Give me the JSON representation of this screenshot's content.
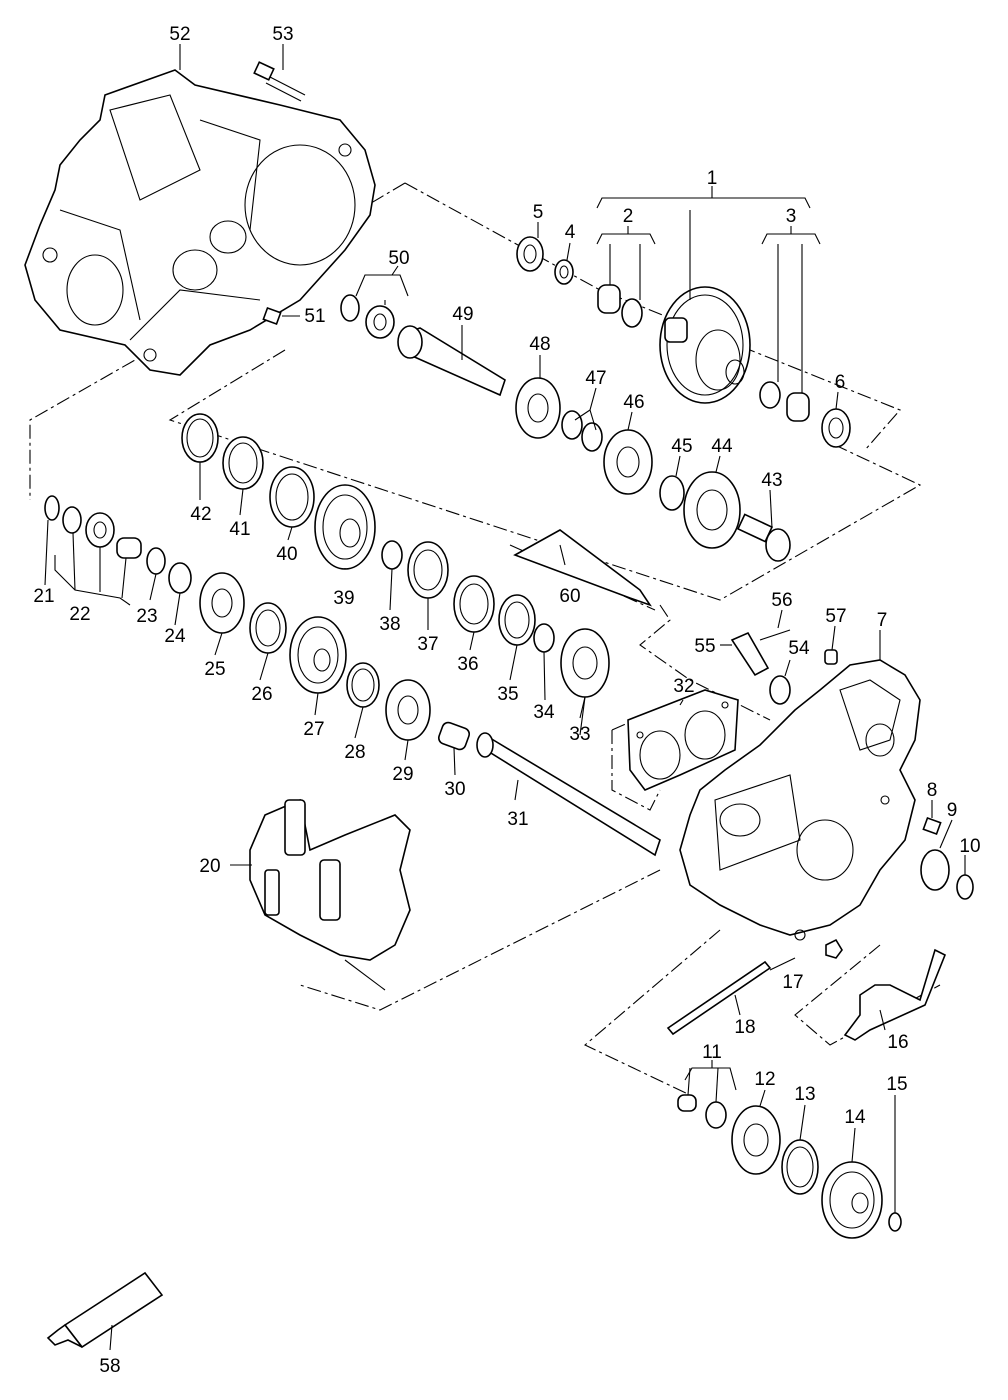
{
  "diagram": {
    "part_numbers": [
      "1",
      "2",
      "3",
      "4",
      "5",
      "6",
      "7",
      "8",
      "9",
      "10",
      "11",
      "12",
      "13",
      "14",
      "15",
      "16",
      "17",
      "18",
      "20",
      "21",
      "22",
      "23",
      "24",
      "25",
      "26",
      "27",
      "28",
      "29",
      "30",
      "31",
      "32",
      "33",
      "34",
      "35",
      "36",
      "37",
      "38",
      "39",
      "40",
      "41",
      "42",
      "43",
      "44",
      "45",
      "46",
      "47",
      "48",
      "49",
      "50",
      "51",
      "52",
      "53",
      "54",
      "55",
      "56",
      "57",
      "58",
      "60"
    ],
    "icons": [
      "transmission-case",
      "bolt",
      "bearing",
      "circlip",
      "gear",
      "synchro-ring",
      "shaft",
      "selector-fork",
      "sealant-tube"
    ]
  }
}
